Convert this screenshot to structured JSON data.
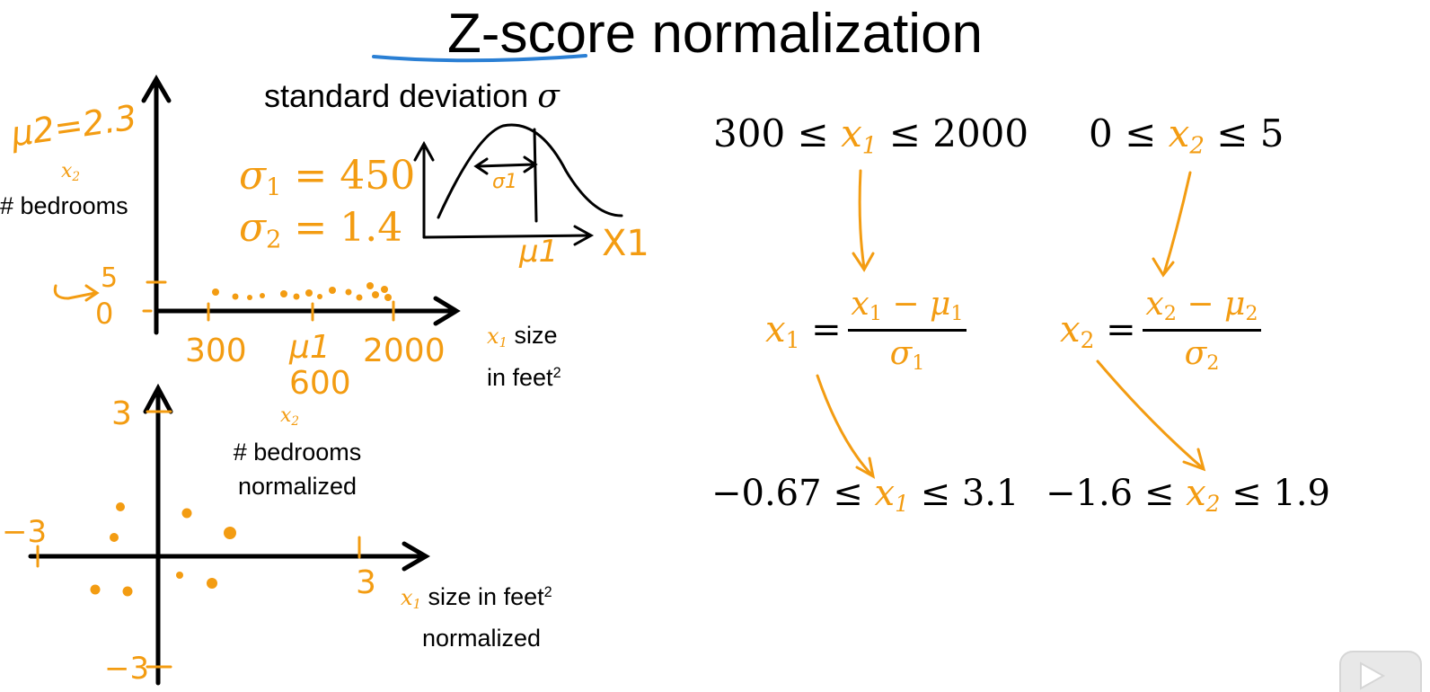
{
  "title": {
    "word1": "Z-score",
    "word2": "normalization"
  },
  "top_plot": {
    "y_var": "x",
    "y_var_sub": "2",
    "y_label": "# bedrooms",
    "x_var": "x",
    "x_var_sub": "1",
    "x_label_1": "size",
    "x_label_2": "in feet",
    "x_label_sup": "2",
    "hand_mu2": "μ2=2.3",
    "tick_5": "5",
    "tick_0": "0",
    "tick_300": "300",
    "tick_mu1": "μ1",
    "tick_600": "600",
    "tick_2000": "2000"
  },
  "std_dev": {
    "label": "standard deviation",
    "symbol": "σ",
    "sigma1_lhs": "σ",
    "sigma1_sub": "1",
    "sigma1_rhs": "= 450",
    "sigma2_lhs": "σ",
    "sigma2_sub": "2",
    "sigma2_rhs": "= 1.4",
    "curve_sigma": "σ1",
    "curve_mu": "μ1",
    "curve_x": "X1"
  },
  "bottom_plot": {
    "y_var": "x",
    "y_var_sub": "2",
    "y_label_1": "# bedrooms",
    "y_label_2": "normalized",
    "x_var": "x",
    "x_var_sub": "1",
    "x_label_1": "size in feet",
    "x_label_sup": "2",
    "x_label_2": "normalized",
    "tick_top": "3",
    "tick_left": "−3",
    "tick_right": "3",
    "tick_bottom": "−3"
  },
  "equations": {
    "range1_left": "300 ≤",
    "range1_var": "x",
    "range1_sub": "1",
    "range1_right": "≤ 2000",
    "range2_left": "0 ≤",
    "range2_var": "x",
    "range2_sub": "2",
    "range2_right": "≤ 5",
    "norm1_lhs": "x",
    "norm1_lhs_sub": "1",
    "norm1_eq": "=",
    "norm1_num": "x",
    "norm1_num_sub": "1",
    "norm1_num_minus": " − μ",
    "norm1_num_mu_sub": "1",
    "norm1_den": "σ",
    "norm1_den_sub": "1",
    "norm2_lhs": "x",
    "norm2_lhs_sub": "2",
    "norm2_eq": "=",
    "norm2_num": "x",
    "norm2_num_sub": "2",
    "norm2_num_minus": " − μ",
    "norm2_num_mu_sub": "2",
    "norm2_den": "σ",
    "norm2_den_sub": "2",
    "result1_left": "−0.67 ≤",
    "result1_var": "x",
    "result1_sub": "1",
    "result1_right": "≤ 3.1",
    "result2_left": "−1.6 ≤",
    "result2_var": "x",
    "result2_sub": "2",
    "result2_right": "≤ 1.9"
  },
  "colors": {
    "accent": "#f39c12",
    "underline": "#2a7fd4",
    "text": "#000000"
  }
}
